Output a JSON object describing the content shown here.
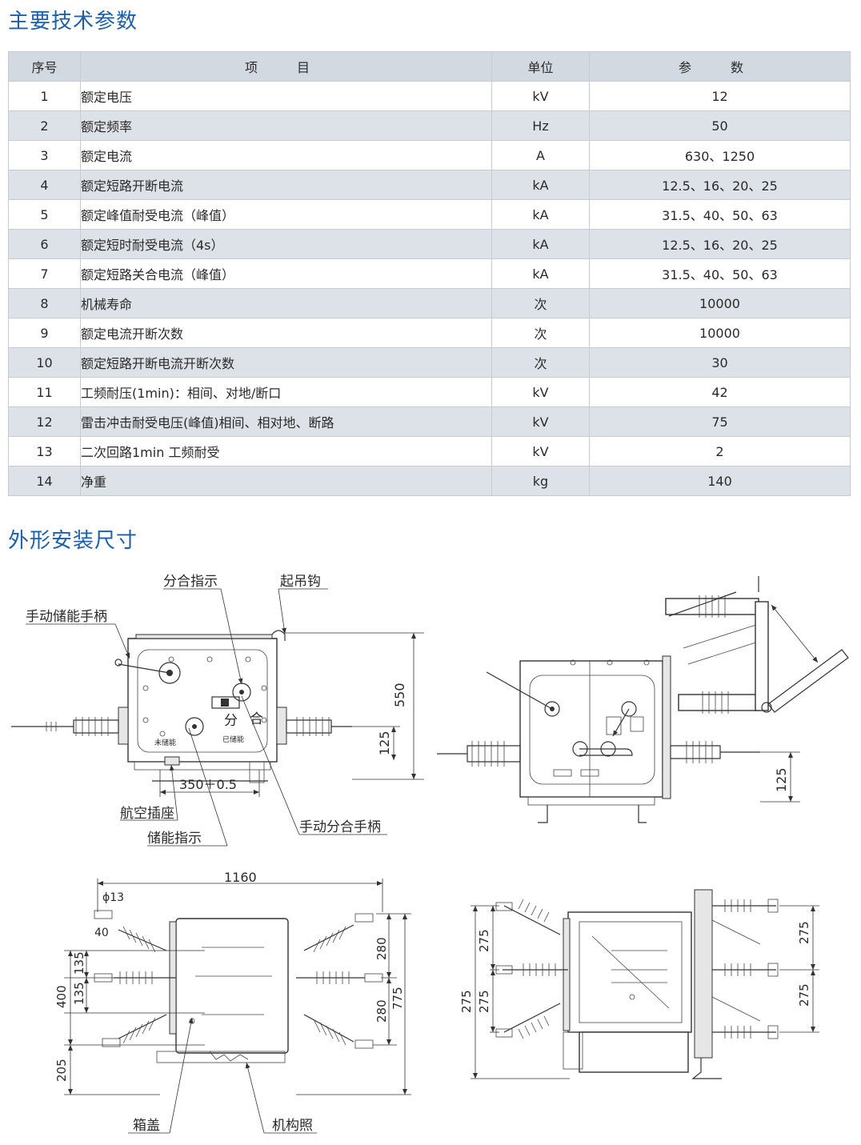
{
  "headings": {
    "specs": "主要技术参数",
    "dims": "外形安装尺寸"
  },
  "table": {
    "headers": {
      "no": "序号",
      "item": "项 目",
      "unit": "单位",
      "value": "参 数"
    },
    "rows": [
      {
        "no": "1",
        "item": "额定电压",
        "unit": "kV",
        "value": "12"
      },
      {
        "no": "2",
        "item": "额定频率",
        "unit": "Hz",
        "value": "50"
      },
      {
        "no": "3",
        "item": "额定电流",
        "unit": "A",
        "value": "630、1250"
      },
      {
        "no": "4",
        "item": "额定短路开断电流",
        "unit": "kA",
        "value": "12.5、16、20、25"
      },
      {
        "no": "5",
        "item": "额定峰值耐受电流（峰值）",
        "unit": "kA",
        "value": "31.5、40、50、63"
      },
      {
        "no": "6",
        "item": "额定短时耐受电流（4s）",
        "unit": "kA",
        "value": "12.5、16、20、25"
      },
      {
        "no": "7",
        "item": "额定短路关合电流（峰值）",
        "unit": "kA",
        "value": "31.5、40、50、63"
      },
      {
        "no": "8",
        "item": "机械寿命",
        "unit": "次",
        "value": "10000"
      },
      {
        "no": "9",
        "item": "额定电流开断次数",
        "unit": "次",
        "value": "10000"
      },
      {
        "no": "10",
        "item": "额定短路开断电流开断次数",
        "unit": "次",
        "value": "30"
      },
      {
        "no": "11",
        "item": "工频耐压(1min)：相间、对地/断口",
        "unit": "kV",
        "value": "42"
      },
      {
        "no": "12",
        "item": "雷击冲击耐受电压(峰值)相间、相对地、断路",
        "unit": "kV",
        "value": "75"
      },
      {
        "no": "13",
        "item": "二次回路1min 工频耐受",
        "unit": "kV",
        "value": "2"
      },
      {
        "no": "14",
        "item": "净重",
        "unit": "kg",
        "value": "140"
      }
    ]
  },
  "drawing_front": {
    "callouts": {
      "indicator": "分合指示",
      "hook": "起吊钩",
      "charge_handle": "手动储能手柄",
      "socket": "航空插座",
      "charge_indicator": "储能指示",
      "trip_handle": "手动分合手柄"
    },
    "panel_text": {
      "open": "分",
      "close": "合",
      "uncharged": "未储能",
      "charged": "已储能"
    },
    "dims": {
      "height": "550",
      "offset": "125",
      "width": "350＋0.5"
    }
  },
  "drawing_side": {
    "dims": {
      "offset": "125"
    }
  },
  "drawing_top": {
    "callouts": {
      "cover": "箱盖",
      "mechanism": "机构照"
    },
    "dims": {
      "span": "1160",
      "hole": "ϕ13",
      "lug": "40",
      "pitch_a": "135",
      "pitch_b": "135",
      "total": "400",
      "base": "205",
      "phase_a": "280",
      "phase_b": "280",
      "overall": "775"
    }
  },
  "drawing_side2": {
    "dims": {
      "left_total": "275",
      "left_a": "275",
      "left_b": "275",
      "right_a": "275",
      "right_b": "275"
    }
  }
}
